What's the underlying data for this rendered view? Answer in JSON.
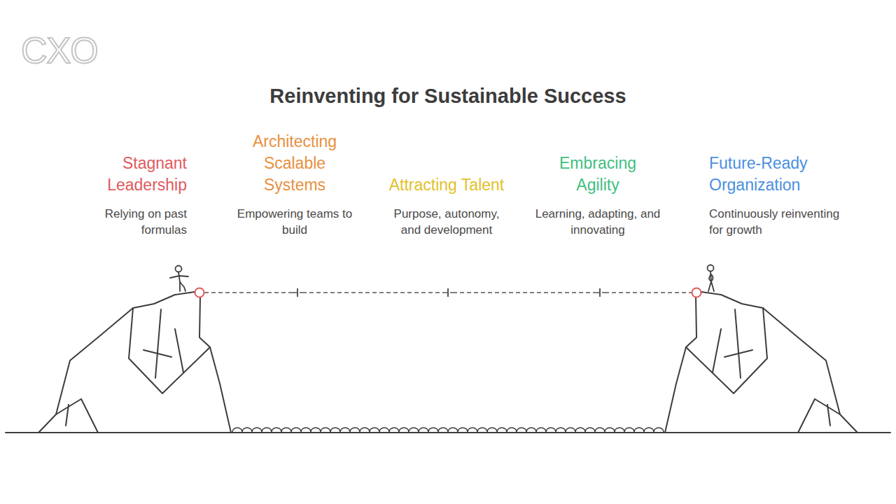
{
  "diagram": {
    "title": "Reinventing for Sustainable Success",
    "nodes": [
      {
        "text": [
          "Stagnant Leadership",
          "Relying on past formulas"
        ]
      },
      {
        "text": [
          "Architecting Scalable Systems",
          "Empowering teams to build"
        ]
      },
      {
        "text": [
          "Attracting Talent",
          "Purpose, autonomy, and development"
        ]
      },
      {
        "text": [
          "Embracing Agility",
          "Learning, adapting, and innovating"
        ]
      },
      {
        "text": [
          "Future-Ready Organization",
          "Continuously reinventing for growth"
        ]
      }
    ],
    "edges": [
      {
        "from": 0,
        "to": 1,
        "arrow": "none"
      },
      {
        "from": 1,
        "to": 2,
        "arrow": "none"
      },
      {
        "from": 2,
        "to": 3,
        "arrow": "none"
      },
      {
        "from": 3,
        "to": 4,
        "arrow": "none"
      }
    ],
    "labels": [
      "CXO"
    ]
  }
}
